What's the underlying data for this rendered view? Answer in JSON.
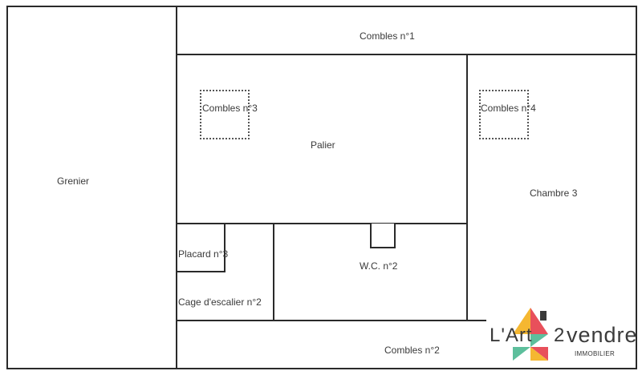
{
  "plan": {
    "title": "Floor plan - attic level",
    "rooms": {
      "grenier": "Grenier",
      "combles1": "Combles n°1",
      "combles2": "Combles n°2",
      "combles3": "Combles n°3",
      "combles4": "Combles n°4",
      "palier": "Palier",
      "chambre3": "Chambre 3",
      "placard3": "Placard n°3",
      "cage_escalier2": "Cage d'escalier n°2",
      "wc2": "W.C. n°2"
    }
  },
  "logo": {
    "brand_left": "L'Art",
    "brand_mid": "2",
    "brand_right": "vendre",
    "subtitle": "IMMOBILIER",
    "colors": {
      "yellow": "#f5b731",
      "red": "#e8505b",
      "green": "#5dbf9c",
      "chimney": "#3a3a3a"
    }
  }
}
